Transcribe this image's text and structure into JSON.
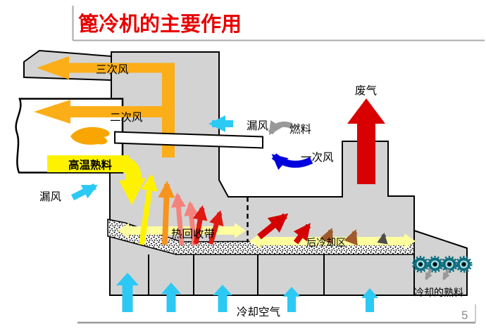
{
  "slide": {
    "title": "篦冷机的主要作用",
    "page_number": "5"
  },
  "labels": {
    "tertiary_air": "三次风",
    "secondary_air": "二次风",
    "leak_air_left": "漏风",
    "leak_air_right": "漏风",
    "hot_clinker": "高温熟料",
    "fuel": "燃料",
    "primary_air": "一次风",
    "exhaust_gas": "废气",
    "heat_recovery_zone": "热回收带",
    "after_cooling_zone": "后冷却区",
    "cooling_air": "冷却空气",
    "cooled_clinker": "冷却的熟料"
  },
  "colors": {
    "title_red": "#E80000",
    "structure_gray": "#D3D3D3",
    "outline": "#000000",
    "gold": "#FBAE17",
    "yellow": "#FFF200",
    "band_yellow": "#FFFF9E",
    "orange": "#F7941D",
    "salmon": "#F4837D",
    "red": "#E01812",
    "deep_red": "#D40000",
    "exhaust_red": "#D80000",
    "brown": "#A05A2C",
    "dark_gray": "#4D4D4D",
    "cyan": "#2BC9F4",
    "blue": "#0000DE",
    "fuel_gray": "#999999",
    "teal": "#0F7080",
    "line_gray": "#A6A6A6",
    "page_gray": "#8C8C8C"
  }
}
